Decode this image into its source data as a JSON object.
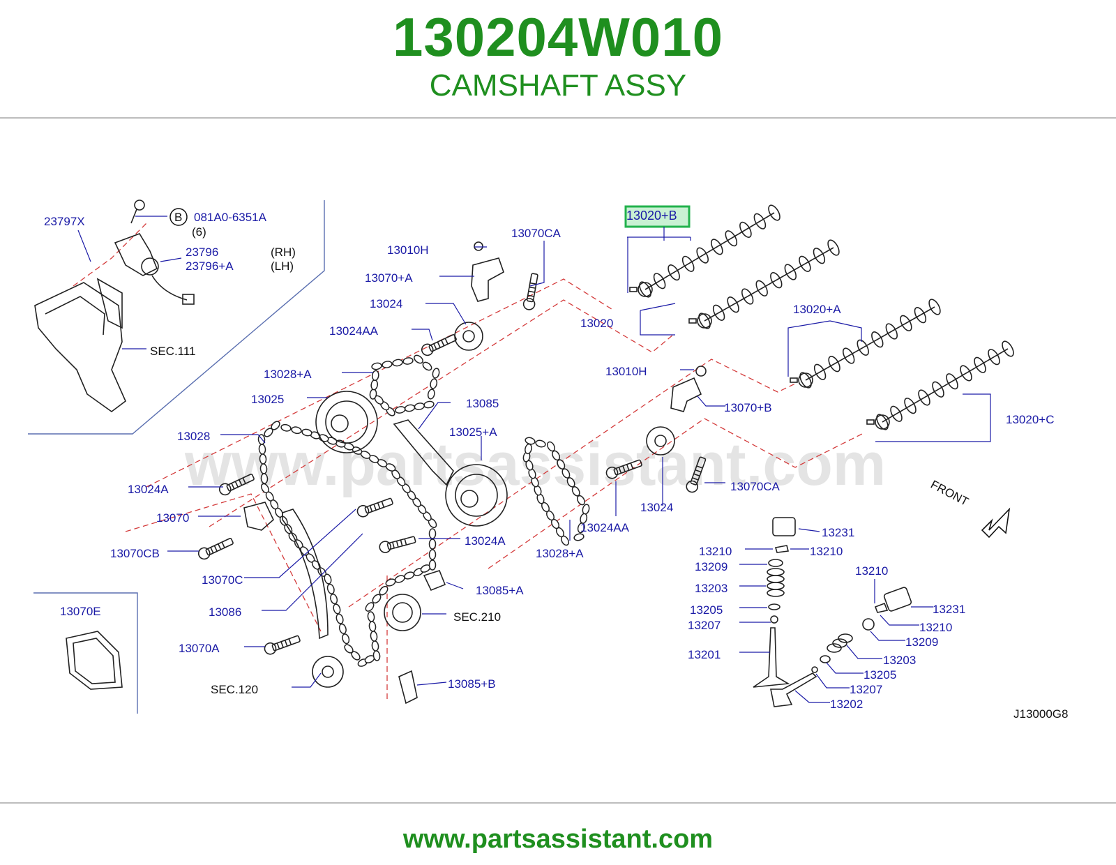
{
  "header": {
    "part_number": "130204W010",
    "part_name": "CAMSHAFT ASSY"
  },
  "watermark": "www.partsassistant.com",
  "footer": {
    "url": "www.partsassistant.com"
  },
  "colors": {
    "brand_green": "#1f8f1f",
    "label_blue": "#1a1aa6",
    "highlight_box": "#22b24c",
    "highlight_fill": "#c9f1d3"
  },
  "diagram": {
    "code": "J13000G8",
    "front_label": "FRONT",
    "highlighted_label": "13020+B",
    "circle_ref": "B",
    "labels": {
      "l_23797X": "23797X",
      "l_081A0": "081A0-6351A",
      "l_qty6": "(6)",
      "l_23796": "23796",
      "l_23796A": "23796+A",
      "l_RH": "(RH)",
      "l_LH": "(LH)",
      "l_sec111": "SEC.111",
      "l_13010H_1": "13010H",
      "l_13070CA_1": "13070CA",
      "l_13070A_plus": "13070+A",
      "l_13024_1": "13024",
      "l_13024AA_1": "13024AA",
      "l_13028A_plus_1": "13028+A",
      "l_13025": "13025",
      "l_13028": "13028",
      "l_13085": "13085",
      "l_13025A_plus": "13025+A",
      "l_13024A_1": "13024A",
      "l_13070": "13070",
      "l_13070CB": "13070CB",
      "l_13070C": "13070C",
      "l_13086": "13086",
      "l_13070E": "13070E",
      "l_13070A": "13070A",
      "l_sec120": "SEC.120",
      "l_13024A_2": "13024A",
      "l_13085A_plus": "13085+A",
      "l_sec210": "SEC.210",
      "l_13085B_plus": "13085+B",
      "l_13020": "13020",
      "l_13020A_plus": "13020+A",
      "l_13010H_2": "13010H",
      "l_13070B_plus": "13070+B",
      "l_13020C_plus": "13020+C",
      "l_13070CA_2": "13070CA",
      "l_13024_2": "13024",
      "l_13024AA_2": "13024AA",
      "l_13028A_plus_2": "13028+A",
      "l_13231_1": "13231",
      "l_13210_1": "13210",
      "l_13210_2": "13210",
      "l_13209_1": "13209",
      "l_13203_1": "13203",
      "l_13205_1": "13205",
      "l_13207_1": "13207",
      "l_13201": "13201",
      "l_13210_3": "13210",
      "l_13231_2": "13231",
      "l_13210_4": "13210",
      "l_13209_2": "13209",
      "l_13203_2": "13203",
      "l_13205_2": "13205",
      "l_13207_2": "13207",
      "l_13202": "13202"
    }
  }
}
